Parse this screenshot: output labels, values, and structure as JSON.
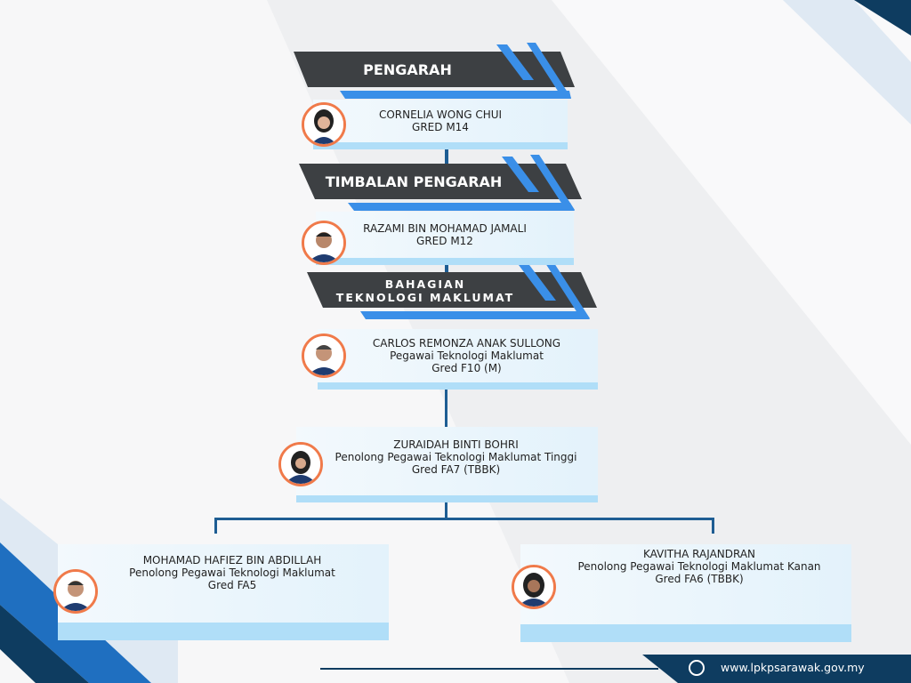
{
  "headers": [
    {
      "line1": "PENGARAH"
    },
    {
      "line1": "TIMBALAN PENGARAH"
    },
    {
      "line1": "BAHAGIAN",
      "line2": "TEKNOLOGI MAKLUMAT"
    }
  ],
  "people": [
    {
      "name": "CORNELIA WONG CHUI",
      "grade": "GRED M14"
    },
    {
      "name": "RAZAMI BIN MOHAMAD JAMALI",
      "grade": "GRED M12"
    },
    {
      "name": "CARLOS REMONZA ANAK SULLONG",
      "title": "Pegawai Teknologi Maklumat",
      "grade": "Gred F10 (M)"
    },
    {
      "name": "ZURAIDAH BINTI BOHRI",
      "title": "Penolong Pegawai Teknologi Maklumat Tinggi",
      "grade": "Gred FA7 (TBBK)"
    },
    {
      "name": "MOHAMAD HAFIEZ BIN ABDILLAH",
      "title": "Penolong Pegawai Teknologi Maklumat",
      "grade": "Gred FA5"
    },
    {
      "name": "KAVITHA RAJANDRAN",
      "title": "Penolong Pegawai Teknologi Maklumat Kanan",
      "grade": "Gred FA6 (TBBK)"
    }
  ],
  "footer": {
    "url": "www.lpkpsarawak.gov.my",
    "icon": "globe-icon"
  },
  "colors": {
    "header": "#3d4043",
    "accent": "#3a8fe8",
    "ring": "#f07a4a",
    "navy": "#0e3c60"
  }
}
